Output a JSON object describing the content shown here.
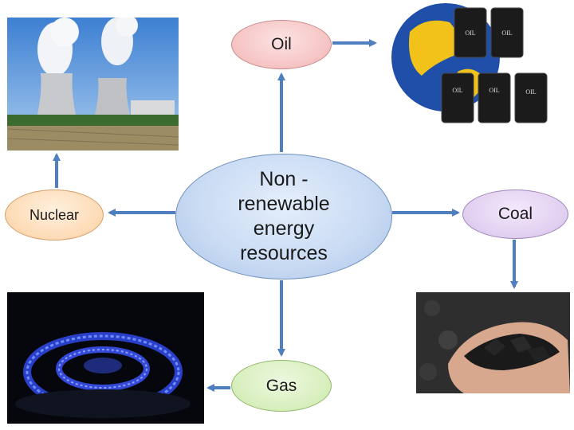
{
  "diagram": {
    "center": {
      "lines": [
        "Non -",
        "renewable",
        "energy",
        "resources"
      ]
    },
    "nodes": {
      "oil": "Oil",
      "nuclear": "Nuclear",
      "coal": "Coal",
      "gas": "Gas"
    },
    "drum_label": "OIL",
    "colors": {
      "arrow": "#4f7fbf",
      "center_fill": "#c8daf3",
      "oil_fill": "#f6c5c5",
      "nuclear_fill": "#fddcb8",
      "coal_fill": "#e2d0f1",
      "gas_fill": "#d8efbe"
    }
  }
}
